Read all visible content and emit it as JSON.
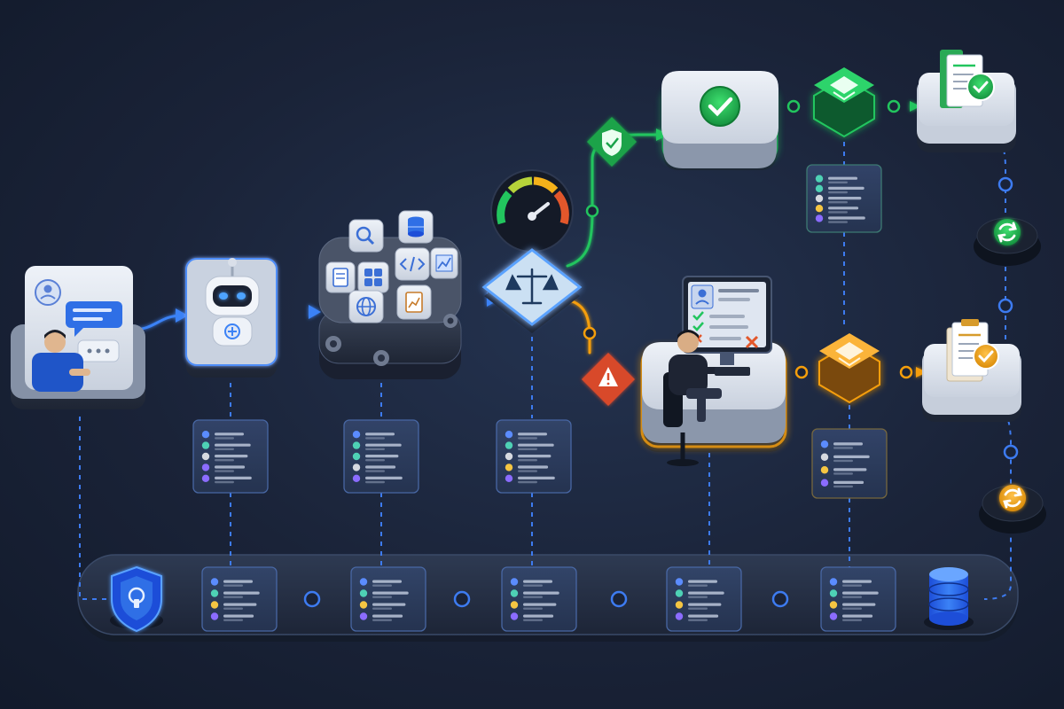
{
  "colors": {
    "background": "#1a2338",
    "flow_blue": "#3b82f6",
    "approve_green": "#22c55e",
    "review_orange": "#f59e0b",
    "alert_red": "#dc4b2f",
    "dashed_trace": "#3d7bf0",
    "log_card": "#2b3a57",
    "platform": "#2a354b"
  },
  "nodes": [
    {
      "id": "user-chat",
      "icon": "person-with-chat-icon"
    },
    {
      "id": "ai-agent",
      "icon": "robot-icon"
    },
    {
      "id": "tool-hub",
      "icon": "tools-grid-icon",
      "tools": [
        "search-icon",
        "database-icon",
        "code-icon",
        "chart-icon",
        "document-icon",
        "globe-icon",
        "report-icon",
        "gear-icon"
      ]
    },
    {
      "id": "risk-meter",
      "icon": "gauge-icon"
    },
    {
      "id": "policy-router",
      "icon": "scales-icon"
    },
    {
      "id": "auto-approve",
      "icon": "check-circle-icon"
    },
    {
      "id": "approved-package",
      "icon": "layers-icon"
    },
    {
      "id": "approved-document",
      "icon": "document-check-icon"
    },
    {
      "id": "human-review",
      "icon": "human-reviewer-icon"
    },
    {
      "id": "reviewed-package",
      "icon": "layers-icon"
    },
    {
      "id": "reviewed-document",
      "icon": "document-check-icon"
    },
    {
      "id": "shield-badge",
      "icon": "shield-check-icon"
    },
    {
      "id": "alert-badge",
      "icon": "warning-icon"
    },
    {
      "id": "sync-green",
      "icon": "refresh-icon"
    },
    {
      "id": "sync-orange",
      "icon": "refresh-icon"
    },
    {
      "id": "audit-shield",
      "icon": "shield-lock-icon"
    },
    {
      "id": "audit-database",
      "icon": "database-icon"
    }
  ],
  "log_cards_upper": 5,
  "log_cards_ledger": 5
}
